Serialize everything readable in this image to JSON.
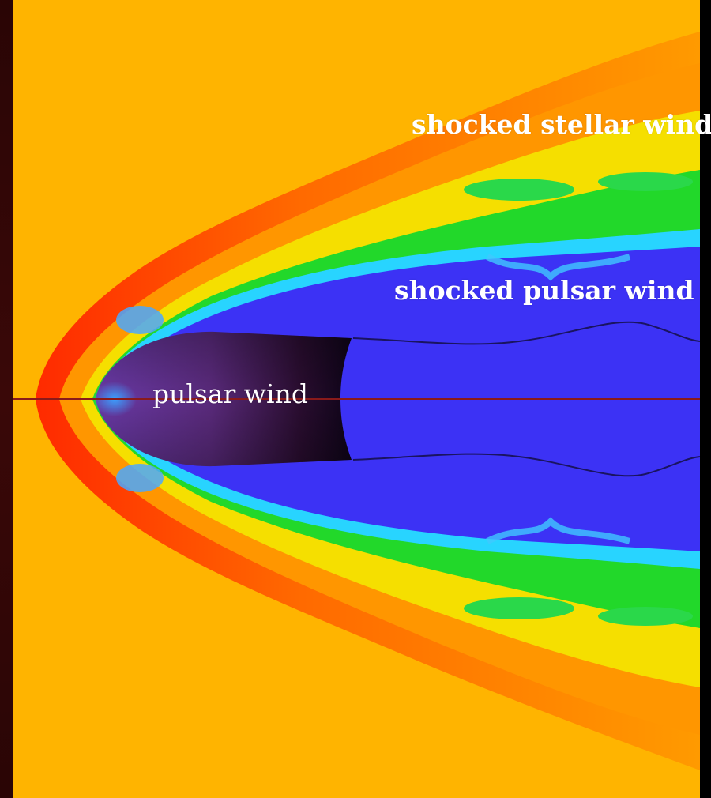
{
  "labels": {
    "shocked_stellar_wind": "shocked stellar wind",
    "shocked_pulsar_wind": "shocked pulsar wind",
    "pulsar_wind": "pulsar wind"
  },
  "colors": {
    "stellar_wind": "#ffb400",
    "bow_shock": "#ff3c00",
    "shocked_stellar": "#ff8a00",
    "mixing_yellow": "#f7e000",
    "mixing_green": "#22dd2a",
    "contact_cyan": "#28d8ff",
    "shocked_pulsar": "#3c32f5",
    "unshocked_pulsar": "#7a3a9c",
    "termination_dark": "#12061e",
    "axis_line": "#8a1a1a",
    "frame_strip": "#3a0808",
    "label_text": "#ffffff"
  }
}
